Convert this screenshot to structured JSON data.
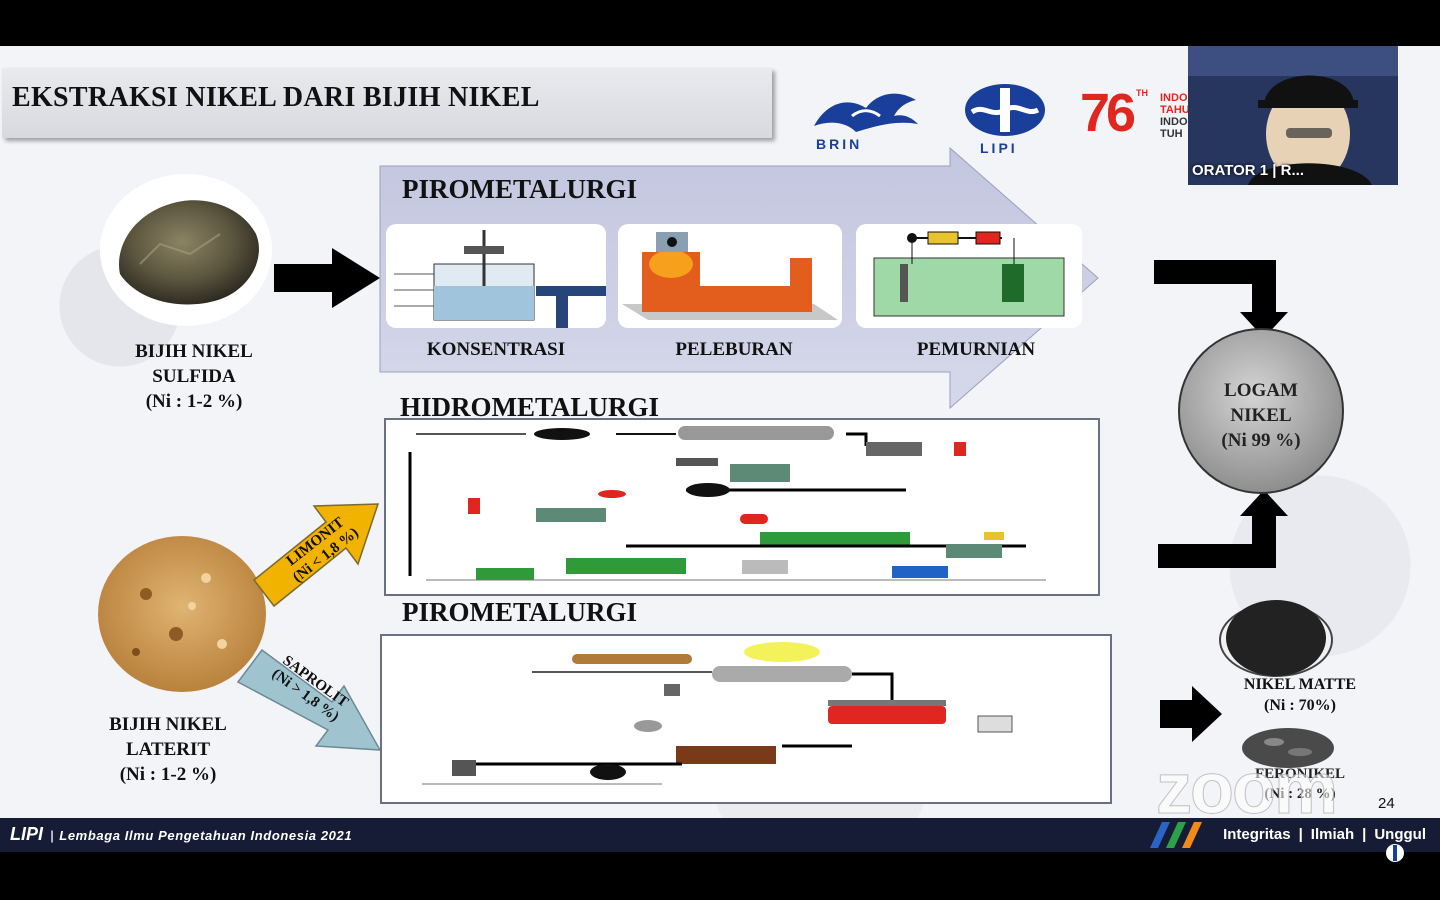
{
  "slide": {
    "title": "EKSTRAKSI NIKEL DARI  BIJIH NIKEL",
    "page_number": "24"
  },
  "logos": {
    "brin": "BRIN",
    "lipi": "LIPI",
    "anniversary": "76",
    "anniversary_sup": "TH",
    "anniversary_text": [
      "INDO",
      "TAHU",
      "INDO",
      "TUH"
    ]
  },
  "sulfide": {
    "ore_label": [
      "BIJIH NIKEL",
      "SULFIDA",
      "(Ni : 1-2 %)"
    ],
    "heading": "PIROMETALURGI",
    "steps": [
      "KONSENTRASI",
      "PELEBURAN",
      "PEMURNIAN"
    ]
  },
  "laterite": {
    "ore_label": [
      "BIJIH NIKEL",
      "LATERIT",
      "(Ni : 1-2 %)"
    ],
    "limonit": [
      "LIMONIT",
      "(Ni < 1,8 %)"
    ],
    "saprolit": [
      "SAPROLIT",
      "(Ni > 1,8 %)"
    ],
    "hydro_heading": "HIDROMETALURGI",
    "pyro_heading": "PIROMETALURGI"
  },
  "products": {
    "logam": [
      "LOGAM",
      "NIKEL",
      "(Ni 99 %)"
    ],
    "matte": [
      "NIKEL MATTE",
      "(Ni : 70%)"
    ],
    "feronikel": [
      "FERONIKEL",
      "(Ni : 28 %)"
    ]
  },
  "footer": {
    "org": "LIPI",
    "org_full": "Lembaga Ilmu Pengetahuan Indonesia 2021",
    "values": [
      "Integritas",
      "Ilmiah",
      "Unggul"
    ]
  },
  "video": {
    "participant": "ORATOR 1 | R..."
  },
  "watermark": "zoom",
  "colors": {
    "limonit_arrow": "#f2b200",
    "saprolit_arrow": "#9fc4d0",
    "process_panel": "#c9cce2",
    "footer_bg": "#171c36",
    "brand_blue": "#1a3f9a",
    "anniversary_red": "#e0261e"
  }
}
